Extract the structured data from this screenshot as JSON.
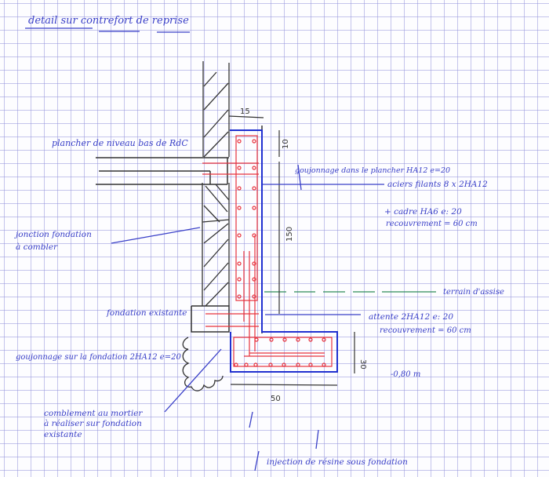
{
  "title": "detail sur contrefort de reprise",
  "colors": {
    "grid": "#9696dc",
    "ink_blue": "#3a40c8",
    "rebar_red": "#e8323c",
    "concrete_blue": "#2030d0",
    "existing_black": "#333333",
    "ground_green": "#2e8b57"
  },
  "annotations": {
    "plancher": "plancher de niveau bas de RdC",
    "goujonnage_plancher": "goujonnage dans le plancher HA12 e=20",
    "aciers_filants": "aciers filants 8 x 2HA12",
    "cadre": "+ cadre HA6 e: 20",
    "recouvrement_1": "recouvrement = 60 cm",
    "jonction": "jonction fondation",
    "a_combler": "à combler",
    "fondation_existante": "fondation existante",
    "terrain": "terrain d'assise",
    "attente": "attente 2HA12 e: 20",
    "recouvrement_2": "recouvrement = 60 cm",
    "goujonnage_fondation": "goujonnage sur la fondation 2HA12 e=20",
    "profondeur": "-0,80 m",
    "comblement_1": "comblement au mortier",
    "comblement_2": "à réaliser sur fondation",
    "comblement_3": "existante",
    "injection": "injection de résine sous fondation"
  },
  "dimensions": {
    "width_top": "15",
    "height_top": "10",
    "height_wall": "150",
    "footing_height": "30",
    "footing_width": "50"
  }
}
